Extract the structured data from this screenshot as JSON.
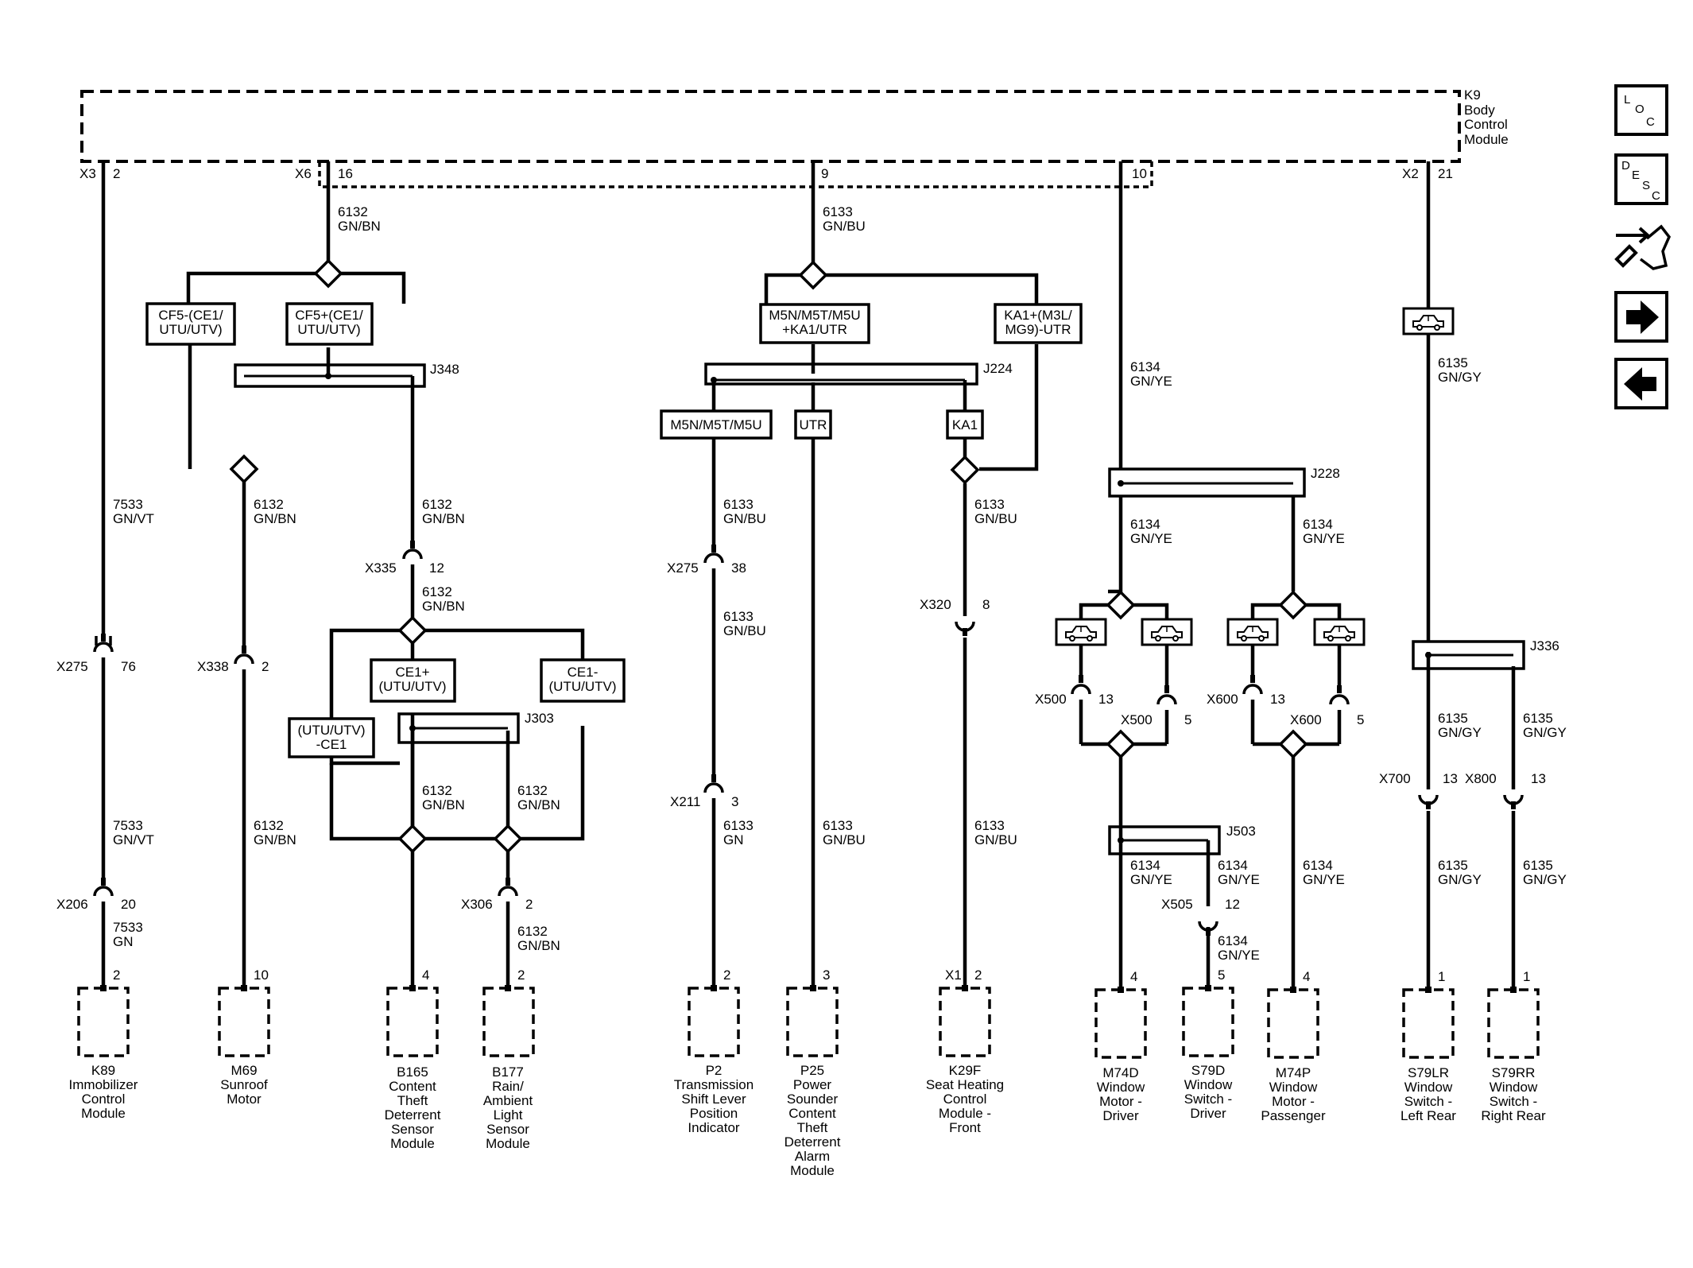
{
  "module": {
    "ref": "K9",
    "name": [
      "Body",
      "Control",
      "Module"
    ]
  },
  "connectors": {
    "x3": "X3",
    "x3_pin": "2",
    "x6": "X6",
    "x6_pin": "16",
    "pin9": "9",
    "pin10": "10",
    "x2": "X2",
    "x2_pin": "21",
    "x275a": "X275",
    "x275a_pin": "76",
    "x338": "X338",
    "x338_pin": "2",
    "x335": "X335",
    "x335_pin": "12",
    "x206": "X206",
    "x206_pin": "20",
    "x306": "X306",
    "x306_pin": "2",
    "x275b": "X275",
    "x275b_pin": "38",
    "x211": "X211",
    "x211_pin": "3",
    "x320": "X320",
    "x320_pin": "8",
    "x500a": "X500",
    "x500a_pin": "13",
    "x500b": "X500",
    "x500b_pin": "5",
    "x600a": "X600",
    "x600a_pin": "13",
    "x600b": "X600",
    "x600b_pin": "5",
    "x505": "X505",
    "x505_pin": "12",
    "x700": "X700",
    "x700_pin": "13",
    "x800": "X800",
    "x800_pin": "13",
    "x1": "X1"
  },
  "splices": {
    "j348": "J348",
    "j224": "J224",
    "j228": "J228",
    "j303": "J303",
    "j503": "J503",
    "j336": "J336"
  },
  "option_boxes": {
    "cf5_minus": [
      "CF5-(CE1/",
      "UTU/UTV)"
    ],
    "cf5_plus": [
      "CF5+(CE1/",
      "UTU/UTV)"
    ],
    "ce1_plus": [
      "CE1+",
      "(UTU/UTV)"
    ],
    "ce1_minus": [
      "CE1-",
      "(UTU/UTV)"
    ],
    "utu_ce1": [
      "(UTU/UTV)",
      "-CE1"
    ],
    "m5n_ka1": [
      "M5N/M5T/M5U",
      "+KA1/UTR"
    ],
    "ka1_m3l": [
      "KA1+(M3L/",
      "MG9)-UTR"
    ],
    "m5n": "M5N/M5T/M5U",
    "utr": "UTR",
    "ka1": "KA1"
  },
  "wires": {
    "w1": [
      "7533",
      "GN/VT"
    ],
    "w2": [
      "7533",
      "GN/VT"
    ],
    "w3": [
      "7533",
      "GN"
    ],
    "w4": [
      "6132",
      "GN/BN"
    ],
    "w5": [
      "6132",
      "GN/BN"
    ],
    "w6": [
      "6132",
      "GN/BN"
    ],
    "w7": [
      "6132",
      "GN/BN"
    ],
    "w8": [
      "6132",
      "GN/BN"
    ],
    "w9": [
      "6132",
      "GN/BN"
    ],
    "w10": [
      "6132",
      "GN/BN"
    ],
    "w11": [
      "6132",
      "GN/BN"
    ],
    "w12": [
      "6133",
      "GN/BU"
    ],
    "w13": [
      "6133",
      "GN/BU"
    ],
    "w14": [
      "6133",
      "GN/BU"
    ],
    "w15": [
      "6133",
      "GN"
    ],
    "w16": [
      "6133",
      "GN/BU"
    ],
    "w17": [
      "6133",
      "GN/BU"
    ],
    "w18": [
      "6133",
      "GN/BU"
    ],
    "w19": [
      "6134",
      "GN/YE"
    ],
    "w20": [
      "6134",
      "GN/YE"
    ],
    "w21": [
      "6134",
      "GN/YE"
    ],
    "w22": [
      "6134",
      "GN/YE"
    ],
    "w23": [
      "6134",
      "GN/YE"
    ],
    "w24": [
      "6134",
      "GN/YE"
    ],
    "w25": [
      "6134",
      "GN/YE"
    ],
    "w26": [
      "6135",
      "GN/GY"
    ],
    "w27": [
      "6135",
      "GN/GY"
    ],
    "w28": [
      "6135",
      "GN/GY"
    ],
    "w29": [
      "6135",
      "GN/GY"
    ],
    "w30": [
      "6135",
      "GN/GY"
    ]
  },
  "components": [
    {
      "pin": "2",
      "name": [
        "K89",
        "Immobilizer",
        "Control",
        "Module"
      ]
    },
    {
      "pin": "10",
      "name": [
        "M69",
        "Sunroof",
        "Motor"
      ]
    },
    {
      "pin": "4",
      "name": [
        "B165",
        "Content",
        "Theft",
        "Deterrent",
        "Sensor",
        "Module"
      ]
    },
    {
      "pin": "2",
      "name": [
        "B177",
        "Rain/",
        "Ambient",
        "Light",
        "Sensor",
        "Module"
      ]
    },
    {
      "pin": "2",
      "name": [
        "P2",
        "Transmission",
        "Shift Lever",
        "Position",
        "Indicator"
      ]
    },
    {
      "pin": "3",
      "name": [
        "P25",
        "Power",
        "Sounder",
        "Content",
        "Theft",
        "Deterrent",
        "Alarm",
        "Module"
      ]
    },
    {
      "pin": "2",
      "name": [
        "K29F",
        "Seat Heating",
        "Control",
        "Module -",
        "Front"
      ]
    },
    {
      "pin": "4",
      "name": [
        "M74D",
        "Window",
        "Motor -",
        "Driver"
      ]
    },
    {
      "pin": "5",
      "name": [
        "S79D",
        "Window",
        "Switch -",
        "Driver"
      ]
    },
    {
      "pin": "4",
      "name": [
        "M74P",
        "Window",
        "Motor -",
        "Passenger"
      ]
    },
    {
      "pin": "1",
      "name": [
        "S79LR",
        "Window",
        "Switch -",
        "Left Rear"
      ]
    },
    {
      "pin": "1",
      "name": [
        "S79RR",
        "Window",
        "Switch -",
        "Right Rear"
      ]
    }
  ],
  "sidebar": {
    "loc": [
      "L",
      "O",
      "C"
    ],
    "desc": [
      "D",
      "E",
      "S",
      "C"
    ],
    "icons": [
      "connector-tool-icon",
      "arrow-right-icon",
      "arrow-left-icon"
    ]
  }
}
